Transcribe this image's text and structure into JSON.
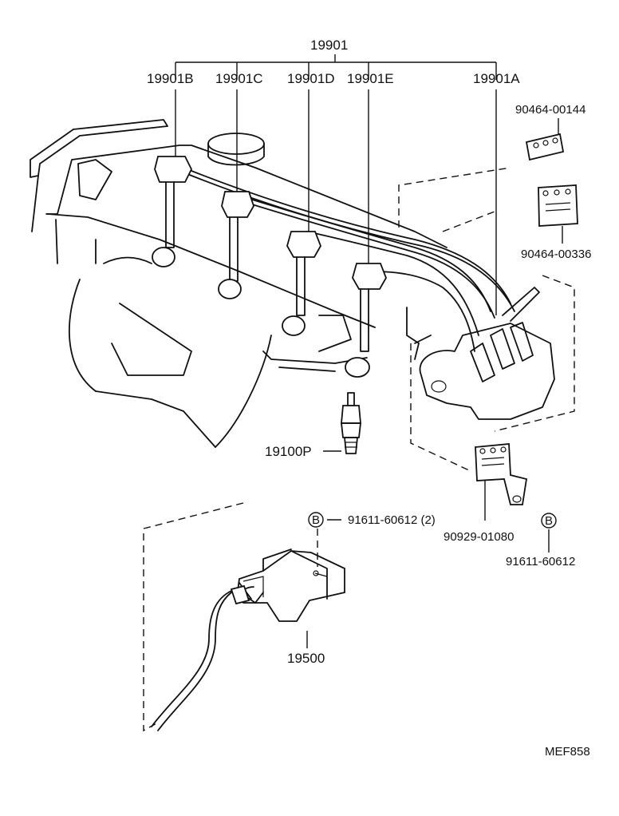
{
  "diagram": {
    "labels": {
      "wire_set": "19901",
      "wire_b": "19901B",
      "wire_c": "19901C",
      "wire_d": "19901D",
      "wire_e": "19901E",
      "wire_a": "19901A",
      "clamp_top": "90464-00144",
      "clamp_mid": "90464-00336",
      "spark_plug": "19100P",
      "bolt_left": "91611-60612 (2)",
      "clamp_low": "90929-01080",
      "bolt_right": "91611-60612",
      "coil": "19500",
      "figure_code": "MEF858"
    },
    "markers": {
      "bolt_left_mark": "B",
      "bolt_right_mark": "B"
    }
  }
}
